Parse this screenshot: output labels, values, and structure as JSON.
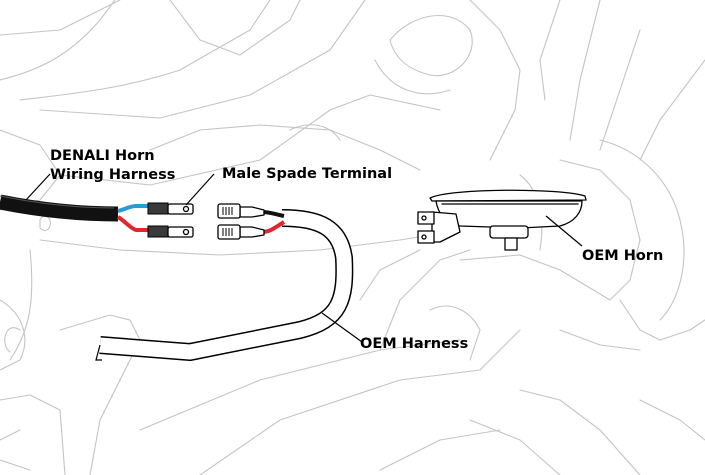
{
  "labels": {
    "denali_line1": "DENALI Horn",
    "denali_line2": "Wiring Harness",
    "male_spade": "Male Spade Terminal",
    "oem_horn": "OEM Horn",
    "oem_harness": "OEM Harness"
  },
  "colors": {
    "wire_positive": "#e0262e",
    "wire_blue": "#2a9ad8",
    "sleeve": "#111111",
    "outline": "#000000",
    "background_lines": "#c4c4c4"
  }
}
